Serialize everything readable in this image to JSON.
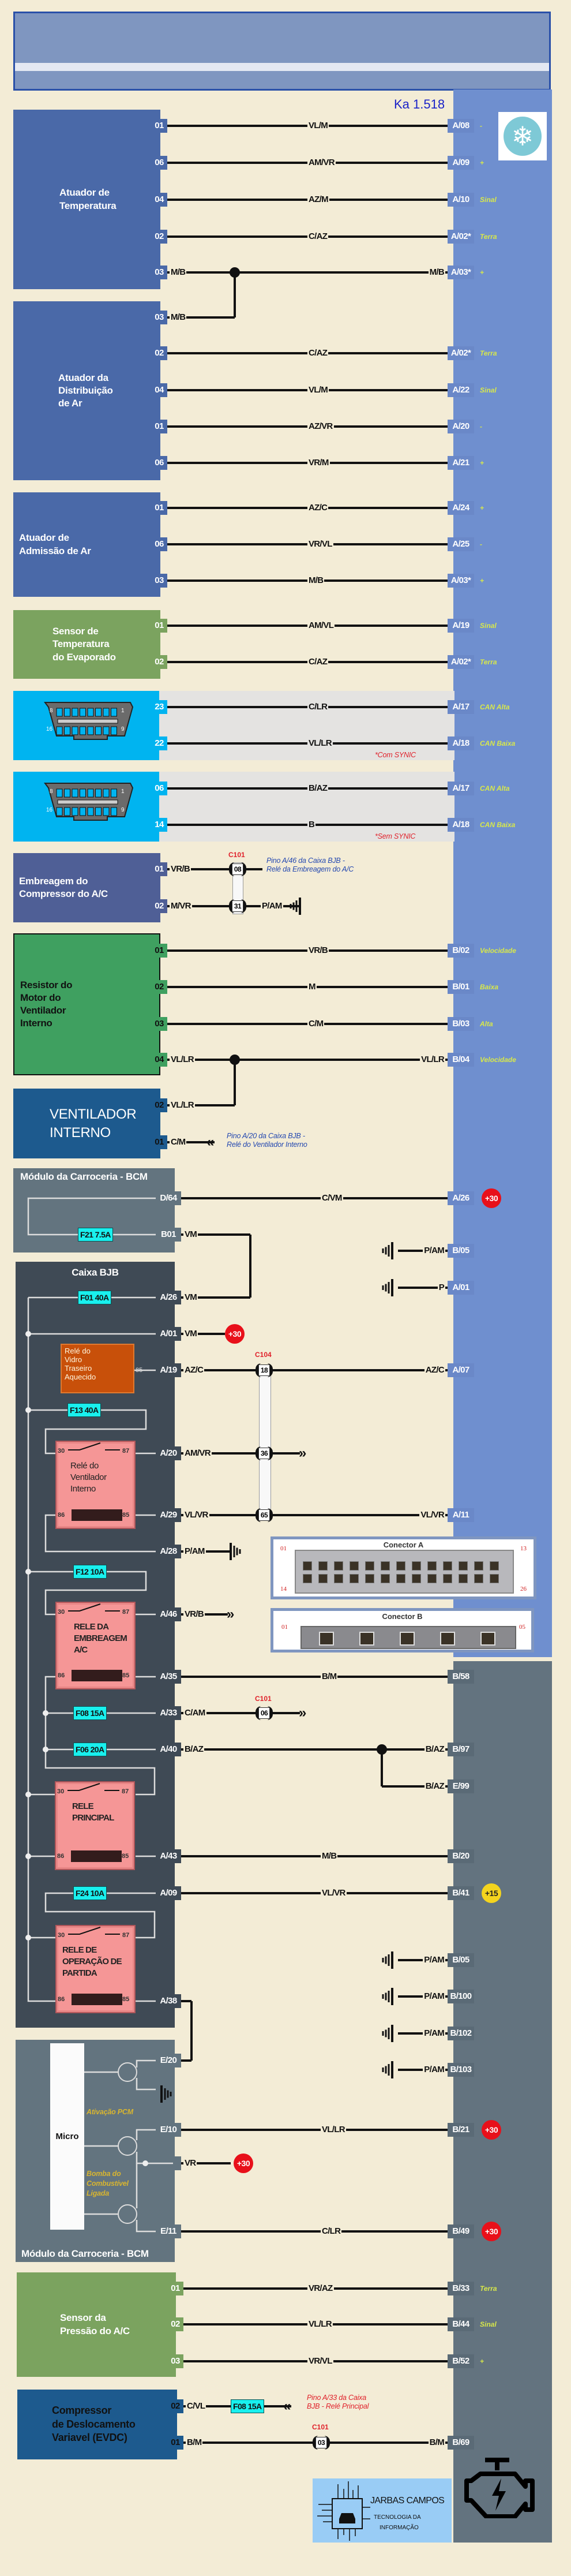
{
  "header": {
    "model": "Ka 1.518"
  },
  "icons": {
    "top_right": "snowflake-icon",
    "bottom_right": "engine-check-icon",
    "ground": "ground-icon",
    "obd": "obd-connector-icon"
  },
  "colors": {
    "background": "#f3ecd6",
    "module_bar_blue": "#6f8fcf",
    "module_bar_gray": "#63737f",
    "fuse": "#19f0ee",
    "relay": "#f59696",
    "battery_badge": "#e8101a",
    "ignition_badge": "#f4d41e",
    "connector_label": "#e0202a",
    "note_blue": "#2448b0"
  },
  "components": [
    {
      "label": "Atuador de\nTemperatura"
    },
    {
      "label": "Atuador da\nDistribuição\nde Ar"
    },
    {
      "label": "Atuador de\nAdmissão de Ar"
    },
    {
      "label": "Sensor de\nTemperatura\ndo Evaporado"
    },
    {
      "label": ""
    },
    {
      "label": ""
    },
    {
      "label": "Embreagem do\nCompressor do A/C"
    },
    {
      "label": "Resistor do\nMotor do\nVentilador\nInterno"
    },
    {
      "label": "VENTILADOR\nINTERNO"
    },
    {
      "label": "Módulo da Carroceria - BCM"
    },
    {
      "label": "Caixa BJB"
    },
    {
      "label": "Módulo da Carroceria - BCM"
    },
    {
      "label": "Sensor da\nPressão do A/C"
    },
    {
      "label": "Compressor\nde Deslocamento\nVariavel (EVDC)"
    }
  ],
  "obd_pins": {
    "tl": "8",
    "tr": "1",
    "bl": "16",
    "br": "9"
  },
  "rows": [
    {
      "pin": "01",
      "cw": "VL/M",
      "term": "A/08",
      "tag": "-"
    },
    {
      "pin": "06",
      "cw": "AM/VR",
      "term": "A/09",
      "tag": "+"
    },
    {
      "pin": "04",
      "cw": "AZ/M",
      "term": "A/10",
      "tag": "Sinal"
    },
    {
      "pin": "02",
      "cw": "C/AZ",
      "term": "A/02*",
      "tag": "Terra"
    },
    {
      "pin": "03",
      "lw": "M/B",
      "rw": "M/B",
      "term": "A/03*",
      "tag": "+"
    },
    {
      "pin": "03",
      "lw": "M/B"
    },
    {
      "pin": "02",
      "cw": "C/AZ",
      "term": "A/02*",
      "tag": "Terra"
    },
    {
      "pin": "04",
      "cw": "VL/M",
      "term": "A/22",
      "tag": "Sinal"
    },
    {
      "pin": "01",
      "cw": "AZ/VR",
      "term": "A/20",
      "tag": "-"
    },
    {
      "pin": "06",
      "cw": "VR/M",
      "term": "A/21",
      "tag": "+"
    },
    {
      "pin": "01",
      "cw": "AZ/C",
      "term": "A/24",
      "tag": "+"
    },
    {
      "pin": "06",
      "cw": "VR/VL",
      "term": "A/25",
      "tag": "-"
    },
    {
      "pin": "03",
      "cw": "M/B",
      "term": "A/03*",
      "tag": "+"
    },
    {
      "pin": "01",
      "cw": "AM/VL",
      "term": "A/19",
      "tag": "Sinal"
    },
    {
      "pin": "02",
      "cw": "C/AZ",
      "term": "A/02*",
      "tag": "Terra"
    },
    {
      "pin": "23",
      "cw": "C/LR",
      "term": "A/17",
      "tag": "CAN Alta"
    },
    {
      "pin": "22",
      "cw": "VL/LR",
      "term": "A/18",
      "tag": "CAN Baixa",
      "note": "*Com SYNIC"
    },
    {
      "pin": "06",
      "cw": "B/AZ",
      "term": "A/17",
      "tag": "CAN Alta"
    },
    {
      "pin": "14",
      "cw": "B",
      "term": "A/18",
      "tag": "CAN Baixa",
      "note": "*Sem SYNIC"
    },
    {
      "pin": "01",
      "lw": "VR/B",
      "conn": {
        "name": "C101",
        "pin": "08"
      },
      "note": "Pino A/46 da Caixa BJB -\nRelé da Embreagem do A/C"
    },
    {
      "pin": "02",
      "lw": "M/VR",
      "conn": {
        "pin": "31"
      },
      "after": "P/AM"
    },
    {
      "pin": "01",
      "cw": "VR/B",
      "term": "B/02",
      "tag": "Velocidade"
    },
    {
      "pin": "02",
      "cw": "M",
      "term": "B/01",
      "tag": "Baixa"
    },
    {
      "pin": "03",
      "cw": "C/M",
      "term": "B/03",
      "tag": "Alta"
    },
    {
      "pin": "04",
      "lw": "VL/LR",
      "rw": "VL/LR",
      "term": "B/04",
      "tag": "Velocidade"
    },
    {
      "pin": "02",
      "lw": "VL/LR"
    },
    {
      "pin": "01",
      "lw": "C/M",
      "note": "Pino A/20 da Caixa BJB -\nRelé do Ventilador Interno"
    },
    {
      "pin": "D/64",
      "cw": "C/VM",
      "term": "A/26",
      "badge": "+30"
    },
    {
      "pin": "B01",
      "lw": "VM"
    },
    {
      "rw": "P/AM",
      "term": "B/05"
    },
    {
      "rw": "P",
      "term": "A/01"
    },
    {
      "pin": "A/26",
      "lw": "VM"
    },
    {
      "pin": "A/01",
      "lw": "VM",
      "badge": "+30"
    },
    {
      "pin": "A/19",
      "lw": "AZ/C",
      "conn": {
        "name": "C104",
        "pin": "18"
      },
      "rw": "AZ/C",
      "term": "A/07"
    },
    {
      "pin": "A/20",
      "lw": "AM/VR",
      "conn": {
        "pin": "36"
      }
    },
    {
      "pin": "A/29",
      "lw": "VL/VR",
      "conn": {
        "pin": "65"
      },
      "rw": "VL/VR",
      "term": "A/11"
    },
    {
      "pin": "A/28",
      "lw": "P/AM"
    },
    {
      "pin": "A/46",
      "lw": "VR/B"
    },
    {
      "pin": "A/35",
      "cw": "B/M",
      "term": "B/58"
    },
    {
      "pin": "A/33",
      "lw": "C/AM",
      "conn": {
        "name": "C101",
        "pin": "06"
      }
    },
    {
      "pin": "A/40",
      "lw": "B/AZ",
      "rw": "B/AZ",
      "term": "B/97"
    },
    {
      "rw": "B/AZ",
      "term": "E/99"
    },
    {
      "pin": "A/43",
      "cw": "M/B",
      "term": "B/20"
    },
    {
      "pin": "A/09",
      "cw": "VL/VR",
      "term": "B/41",
      "badge": "+15"
    },
    {
      "rw": "P/AM",
      "term": "B/05"
    },
    {
      "rw": "P/AM",
      "term": "B/100"
    },
    {
      "rw": "P/AM",
      "term": "B/102"
    },
    {
      "rw": "P/AM",
      "term": "B/103"
    },
    {
      "pin": "A/38"
    },
    {
      "pin": "E/20"
    },
    {
      "pin": "E/10",
      "cw": "VL/LR",
      "term": "B/21",
      "badge": "+30"
    },
    {
      "pin": "",
      "lw": "VR",
      "badge": "+30"
    },
    {
      "pin": "E/11",
      "cw": "C/LR",
      "term": "B/49",
      "badge": "+30"
    },
    {
      "pin": "01",
      "cw": "VR/AZ",
      "term": "B/33",
      "tag": "Terra"
    },
    {
      "pin": "02",
      "cw": "VL/LR",
      "term": "B/44",
      "tag": "Sinal"
    },
    {
      "pin": "03",
      "cw": "VR/VL",
      "term": "B/52",
      "tag": "+"
    },
    {
      "pin": "02",
      "lw": "C/VL",
      "fuse": "F08 15A",
      "note": "Pino A/33 da Caixa\nBJB - Relé Principal"
    },
    {
      "pin": "01",
      "lw": "B/M",
      "conn": {
        "name": "C101",
        "pin": "03"
      },
      "rw": "B/M",
      "term": "B/69"
    }
  ],
  "fuses": [
    "F21 7.5A",
    "F01 40A",
    "F13 40A",
    "F12 10A",
    "F08 15A",
    "F06 20A",
    "F24 10A"
  ],
  "relays": [
    {
      "label": "Relé do\nVentilador\nInterno",
      "pins": [
        "30",
        "87",
        "86",
        "85"
      ]
    },
    {
      "label": "RELE DA\nEMBREAGEM\nA/C",
      "pins": [
        "30",
        "87",
        "86",
        "85"
      ]
    },
    {
      "label": "RELE\nPRINCIPAL",
      "pins": [
        "30",
        "87",
        "86",
        "85"
      ]
    },
    {
      "label": "RELE DE\nOPERAÇÃO DE\nPARTIDA",
      "pins": [
        "30",
        "87",
        "86",
        "85"
      ]
    }
  ],
  "rear_window_relay": {
    "label": "Relé do\nVidro\nTraseiro\nAquecido",
    "pin": "85"
  },
  "micro": {
    "label": "Micro",
    "out1": "Ativação PCM",
    "out2": "Bomba do\nCombustível\nLigada"
  },
  "connector_a": {
    "title": "Conector A",
    "pins": [
      "01",
      "13",
      "14",
      "26"
    ]
  },
  "connector_b": {
    "title": "Conector B",
    "pins": [
      "01",
      "05"
    ]
  },
  "logo": {
    "name": "JARBAS CAMPOS",
    "line1": "TECNOLOGIA DA",
    "line2": "INFORMAÇÃO"
  }
}
